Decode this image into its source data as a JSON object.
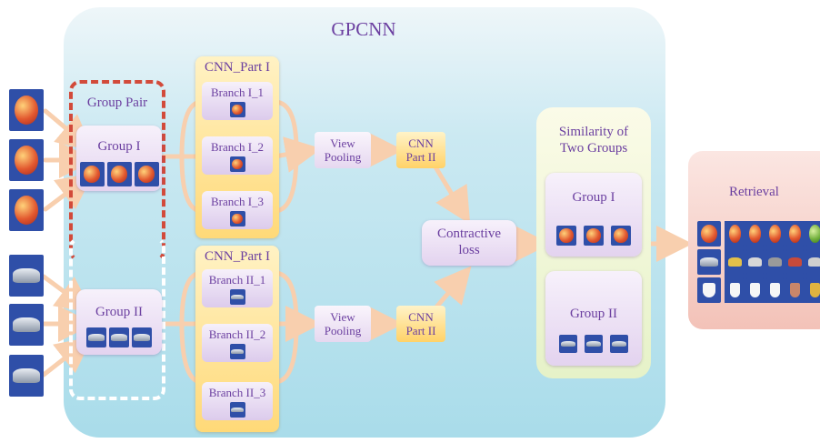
{
  "title": "GPCNN",
  "group_pair": {
    "label": "Group Pair",
    "group1": "Group I",
    "group2": "Group  II"
  },
  "cnn_part1": {
    "top": {
      "label": "CNN_Part I",
      "branches": [
        "Branch I_1",
        "Branch I_2",
        "Branch I_3"
      ]
    },
    "bottom": {
      "label": "CNN_Part I",
      "branches": [
        "Branch II_1",
        "Branch II_2",
        "Branch II_3"
      ]
    }
  },
  "view_pooling": [
    "View\nPooling",
    "View\nPooling"
  ],
  "cnn_part2": [
    "CNN\nPart II",
    "CNN\nPart II"
  ],
  "contrastive_loss": "Contractive\nloss",
  "similarity": {
    "title": "Similarity of\nTwo Groups",
    "group1": "Group I",
    "group2": "Group II"
  },
  "retrieval": {
    "label": "Retrieval"
  },
  "colors": {
    "title": "#6b3fa0",
    "frame_red": "#d24a3a",
    "arrow": "#f8cfae",
    "thumb_bg": "#2f4fa8"
  }
}
